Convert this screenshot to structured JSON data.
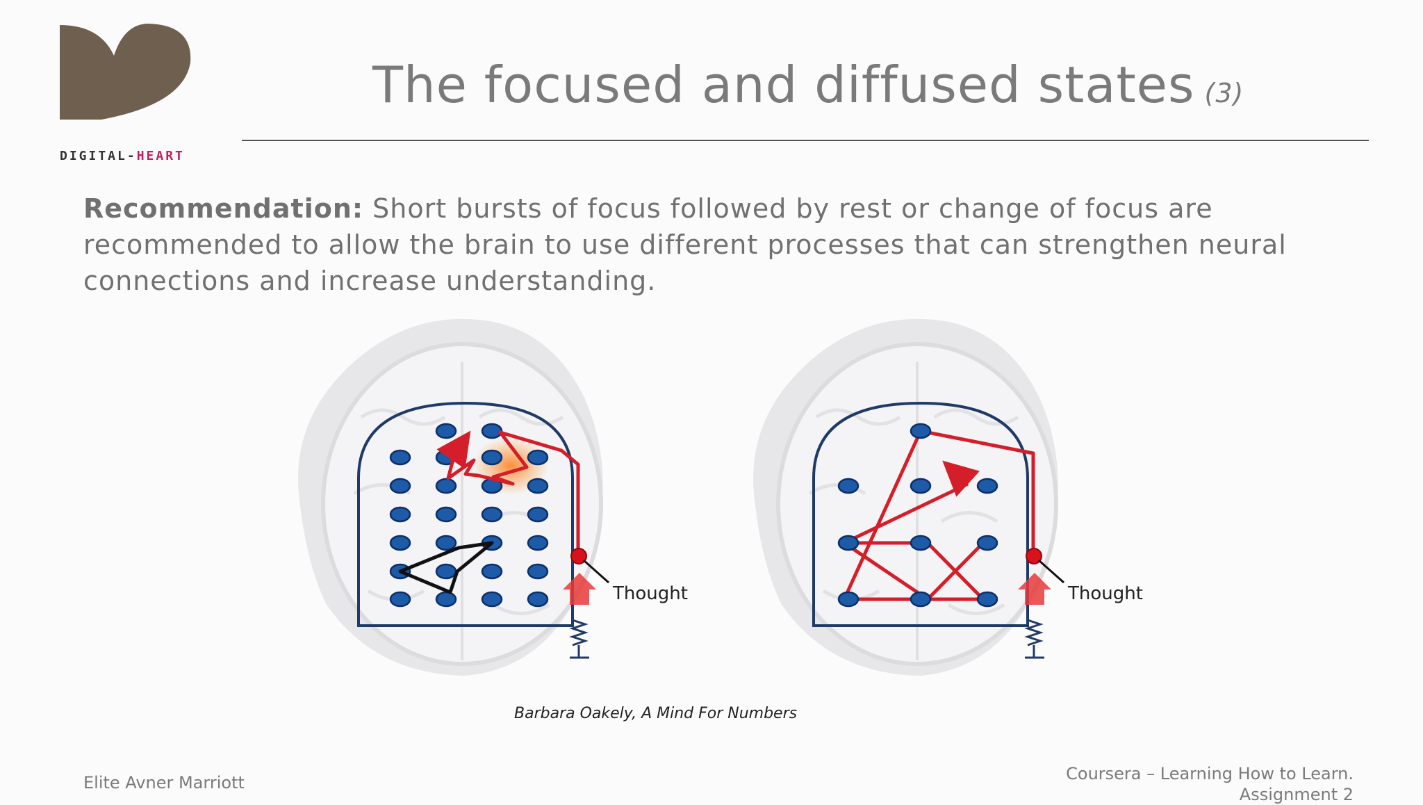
{
  "logo": {
    "brand_part1": "DIGITAL-",
    "brand_part2": "HEART",
    "accent_color": "#c02060",
    "mark_color": "#6e5f4e"
  },
  "slide": {
    "title": "The focused and diffused states",
    "title_sub": "(3)",
    "recommendation_label": "Recommendation:",
    "recommendation_text": " Short bursts of focus followed by rest or change of focus are recommended to allow the brain to use different processes that can strengthen neural connections and increase understanding."
  },
  "figure": {
    "left_label": "Thought",
    "right_label": "Thought",
    "caption": "Barbara Oakely, A Mind For Numbers",
    "dot_color": "#1d5aa8",
    "path_color": "#d41e2a"
  },
  "footer": {
    "author": "Elite Avner Marriott",
    "course": "Coursera – Learning How to Learn. Assignment 2"
  }
}
